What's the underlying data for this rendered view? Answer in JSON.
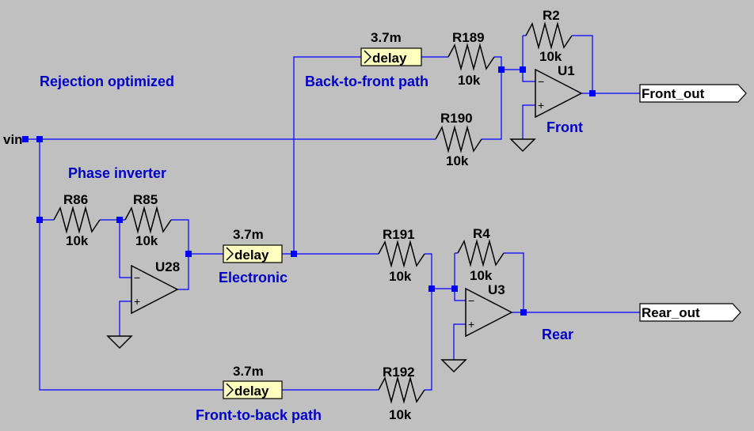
{
  "comments": {
    "rejection": "Rejection optimized",
    "back_to_front": "Back-to-front path",
    "front_to_back": "Front-to-back path",
    "phase_inverter": "Phase inverter",
    "electronic": "Electronic",
    "front": "Front",
    "rear": "Rear"
  },
  "nets": {
    "vin": "vin",
    "front_out": "Front_out",
    "rear_out": "Rear_out"
  },
  "delays": {
    "top": {
      "value": "3.7m",
      "label": "delay"
    },
    "mid": {
      "value": "3.7m",
      "label": "delay"
    },
    "bot": {
      "value": "3.7m",
      "label": "delay"
    }
  },
  "resistors": {
    "r2": {
      "name": "R2",
      "value": "10k"
    },
    "r189": {
      "name": "R189",
      "value": "10k"
    },
    "r190": {
      "name": "R190",
      "value": "10k"
    },
    "r86": {
      "name": "R86",
      "value": "10k"
    },
    "r85": {
      "name": "R85",
      "value": "10k"
    },
    "r191": {
      "name": "R191",
      "value": "10k"
    },
    "r4": {
      "name": "R4",
      "value": "10k"
    },
    "r192": {
      "name": "R192",
      "value": "10k"
    }
  },
  "opamps": {
    "u1": {
      "name": "U1"
    },
    "u28": {
      "name": "U28"
    },
    "u3": {
      "name": "U3"
    }
  },
  "pin_signs": {
    "minus": "−",
    "plus": "+"
  }
}
